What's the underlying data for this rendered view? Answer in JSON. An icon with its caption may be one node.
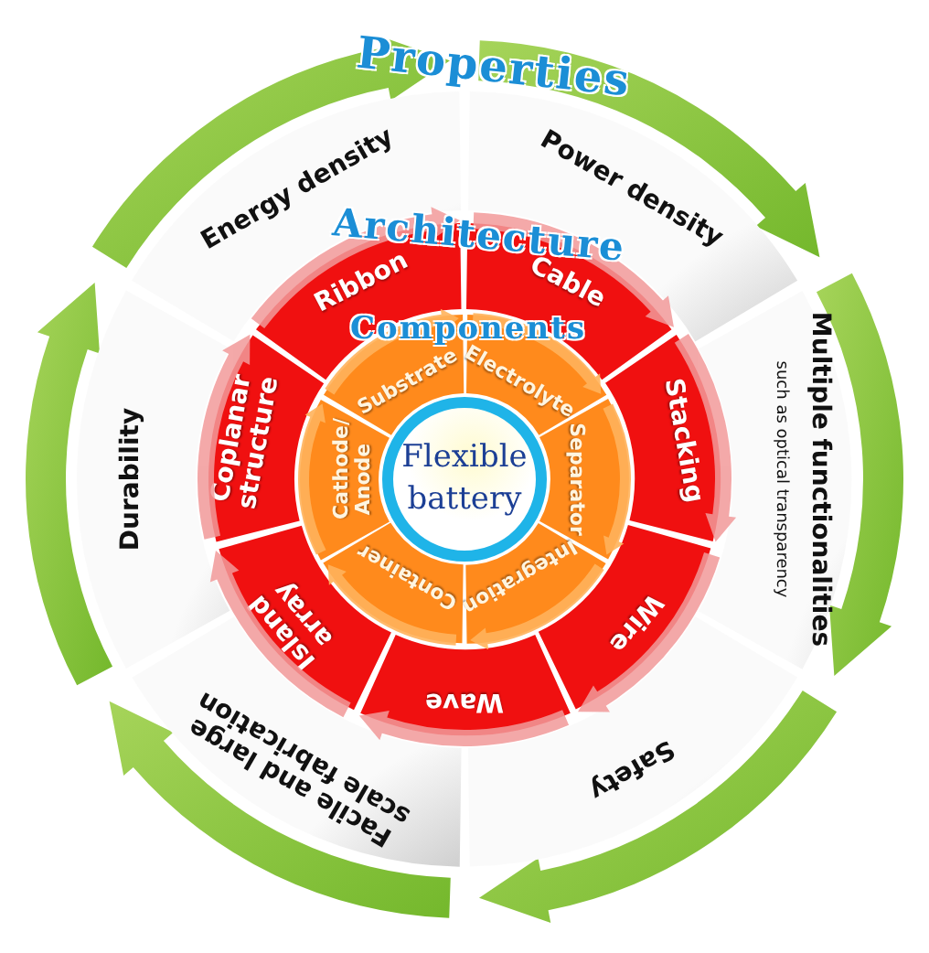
{
  "diagram": {
    "nodes": [
      {
        "text": [
          "Flexible battery"
        ]
      },
      {
        "text": [
          "Substrate"
        ]
      },
      {
        "text": [
          "Electrolyte"
        ]
      },
      {
        "text": [
          "Separator"
        ]
      },
      {
        "text": [
          "Integration"
        ]
      },
      {
        "text": [
          "Container"
        ]
      },
      {
        "text": [
          "Cathode/ Anode"
        ]
      },
      {
        "text": [
          "Ribbon"
        ]
      },
      {
        "text": [
          "Cable"
        ]
      },
      {
        "text": [
          "Stacking"
        ]
      },
      {
        "text": [
          "Wire"
        ]
      },
      {
        "text": [
          "Wave"
        ]
      },
      {
        "text": [
          "Island array"
        ]
      },
      {
        "text": [
          "Coplanar structure"
        ]
      },
      {
        "text": [
          "Energy density"
        ]
      },
      {
        "text": [
          "Power density"
        ]
      },
      {
        "text": [
          "Multiple functionalities",
          "such as optical transparency"
        ]
      },
      {
        "text": [
          "Safety"
        ]
      },
      {
        "text": [
          "Facile and large scale fabrication"
        ]
      },
      {
        "text": [
          "Durability"
        ]
      }
    ],
    "labels": [
      "Properties",
      "Architecture",
      "Components"
    ]
  }
}
